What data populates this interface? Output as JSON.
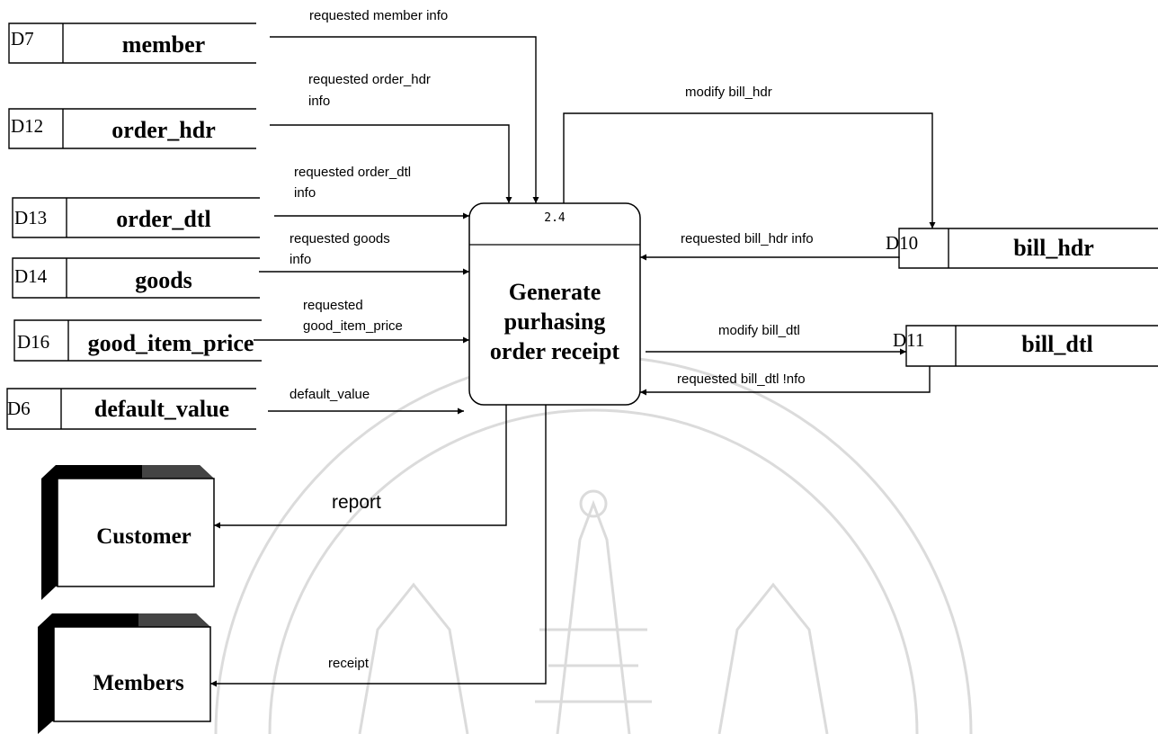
{
  "process": {
    "id": "2.4",
    "title": [
      "Generate",
      "purhasing",
      "order receipt"
    ]
  },
  "stores": {
    "member": {
      "id": "D7",
      "name": "member"
    },
    "order_hdr": {
      "id": "D12",
      "name": "order_hdr"
    },
    "order_dtl": {
      "id": "D13",
      "name": "order_dtl"
    },
    "goods": {
      "id": "D14",
      "name": "goods"
    },
    "good_item_price": {
      "id": "D16",
      "name": "good_item_price"
    },
    "default_value": {
      "id": "D6",
      "name": "default_value"
    },
    "bill_hdr": {
      "id": "D10",
      "name": "bill_hdr"
    },
    "bill_dtl": {
      "id": "D11",
      "name": "bill_dtl"
    }
  },
  "entities": {
    "customer": "Customer",
    "members": "Members"
  },
  "flows": {
    "requested_member_info": [
      "requested member info"
    ],
    "requested_order_hdr_info": [
      "requested order_hdr",
      "info"
    ],
    "requested_order_dtl_info": [
      "requested order_dtl",
      "info"
    ],
    "requested_goods_info": [
      "requested goods",
      "info"
    ],
    "requested_good_item_price": [
      "requested",
      "good_item_price"
    ],
    "default_value": [
      "default_value"
    ],
    "modify_bill_hdr": [
      "modify bill_hdr"
    ],
    "requested_bill_hdr_info": [
      "requested bill_hdr info"
    ],
    "modify_bill_dtl": [
      "modify bill_dtl"
    ],
    "requested_bill_dtl_info": [
      "requested bill_dtl !nfo"
    ],
    "report": [
      "report"
    ],
    "receipt": [
      "receipt"
    ]
  }
}
